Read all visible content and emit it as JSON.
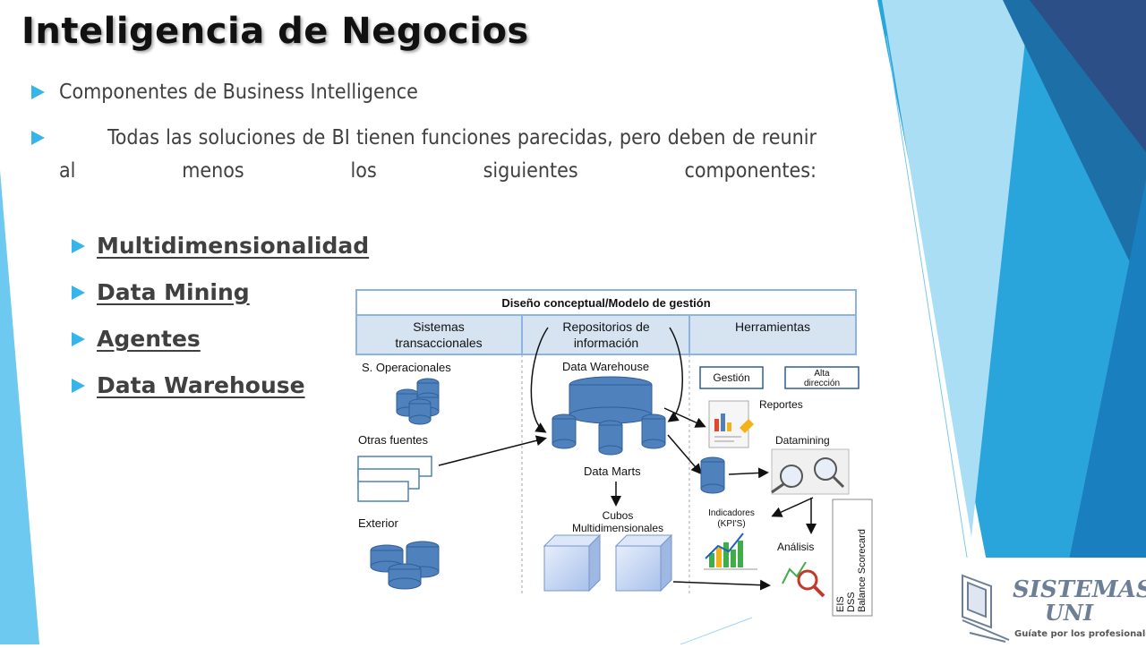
{
  "slide": {
    "title": "Inteligencia de Negocios",
    "bullets": [
      "Componentes de Business Intelligence",
      "Todas las soluciones de BI tienen funciones parecidas, pero deben de reunir al menos los siguientes componentes:"
    ],
    "sub_bullets": [
      "Multidimensionalidad",
      "Data Mining",
      "Agentes",
      "Data Warehouse"
    ]
  },
  "diagram": {
    "header": "Diseño conceptual/Modelo de gestión",
    "columns": [
      {
        "line1": "Sistemas",
        "line2": "transaccionales"
      },
      {
        "line1": "Repositorios de",
        "line2": "información"
      },
      {
        "line1": "Herramientas",
        "line2": ""
      }
    ],
    "left": {
      "operacionales": "S. Operacionales",
      "otras_fuentes": "Otras fuentes",
      "exterior": "Exterior"
    },
    "middle": {
      "data_warehouse": "Data Warehouse",
      "data_marts": "Data Marts",
      "cubos_line1": "Cubos",
      "cubos_line2": "Multidimensionales"
    },
    "right": {
      "gestion": "Gestión",
      "alta_line1": "Alta",
      "alta_line2": "dirección",
      "reportes": "Reportes",
      "datamining": "Datamining",
      "indicadores_line1": "Indicadores",
      "indicadores_line2": "(KPI'S)",
      "analisis": "Análisis",
      "vertical": [
        "EIS",
        "DSS",
        "Balance Scorecard"
      ]
    }
  },
  "logo": {
    "wordmark_top": "SISTEMAS",
    "wordmark_bottom": "UNI",
    "tagline": "Guíate por los profesionales..."
  },
  "colors": {
    "accent": "#35b5ea",
    "header_fill": "#d6e4f2",
    "cylinder": "#4f81bd",
    "cube": "#c9d9f5"
  }
}
